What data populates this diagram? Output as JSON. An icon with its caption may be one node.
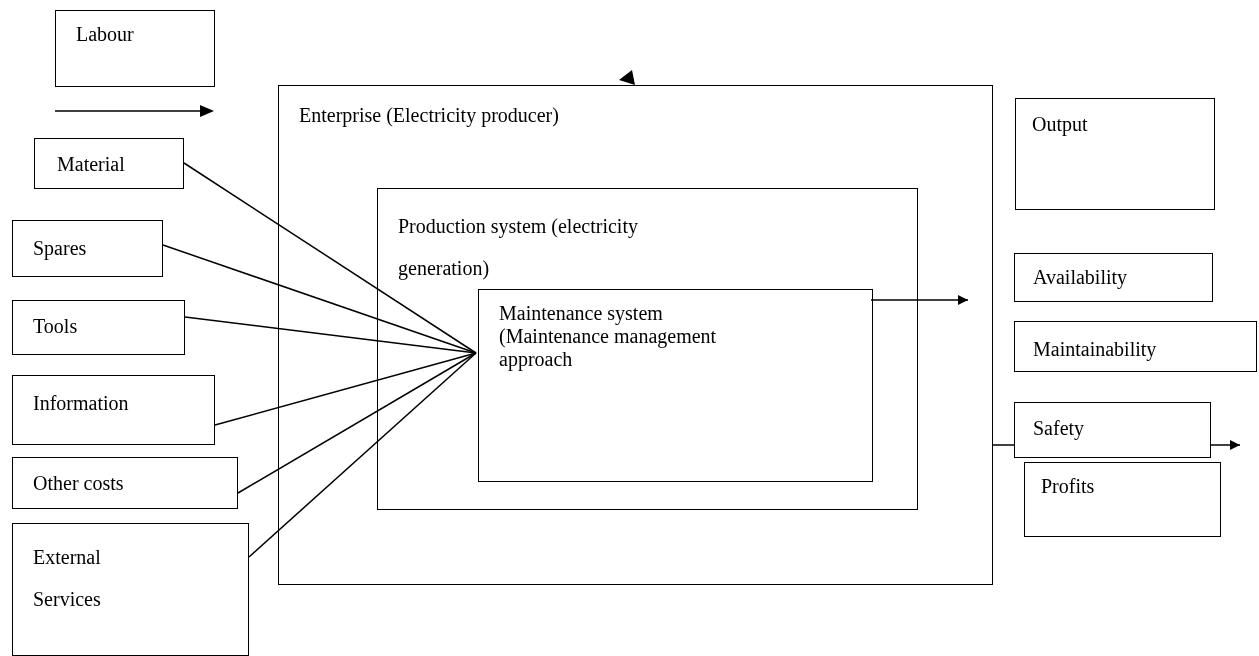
{
  "diagram": {
    "nodes": [
      {
        "text": [
          "Labour"
        ]
      },
      {
        "text": [
          "Enterprise (Electricity producer)"
        ]
      },
      {
        "text": [
          "Material"
        ]
      },
      {
        "text": [
          "Production system (electricity generation)"
        ],
        "in": 1
      },
      {
        "text": [
          "Spares"
        ]
      },
      {
        "text": [
          "Maintenance system (Maintenance management approach"
        ],
        "in": 3
      },
      {
        "text": [
          "Tools"
        ]
      },
      {
        "text": [
          "Information"
        ]
      },
      {
        "text": [
          "Other costs"
        ]
      },
      {
        "text": [
          "External Services"
        ]
      },
      {
        "text": [
          "Output"
        ]
      },
      {
        "text": [
          "Availability"
        ]
      },
      {
        "text": [
          "Maintainability"
        ]
      },
      {
        "text": [
          "Safety"
        ]
      },
      {
        "text": [
          "Profits"
        ]
      }
    ],
    "edges": [
      {
        "from": 2,
        "to": 5,
        "arrow": "none"
      },
      {
        "from": 4,
        "to": 5,
        "arrow": "none"
      },
      {
        "from": 6,
        "to": 5,
        "arrow": "none"
      },
      {
        "from": 7,
        "to": 5,
        "arrow": "none"
      },
      {
        "from": 8,
        "to": 5,
        "arrow": "none"
      },
      {
        "from": 9,
        "to": 5,
        "arrow": "none"
      },
      {
        "from": 5,
        "to": null,
        "arrow": "to"
      },
      {
        "from": 1,
        "to": 13,
        "arrow": "none"
      },
      {
        "from": 13,
        "to": null,
        "arrow": "to"
      }
    ]
  }
}
